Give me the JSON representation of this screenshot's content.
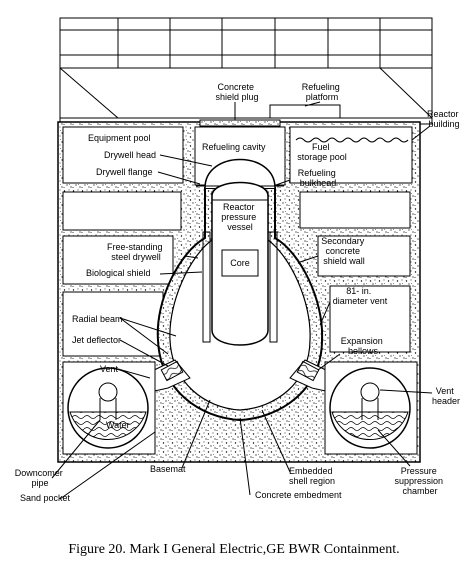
{
  "caption": "Figure 20.  Mark I General Electric,GE BWR Containment.",
  "labels": {
    "concrete_shield_plug": [
      "Concrete",
      "shield plug"
    ],
    "refueling_platform": [
      "Refueling",
      "platform"
    ],
    "reactor_building": [
      "Reactor",
      "building"
    ],
    "equipment_pool": "Equipment pool",
    "refueling_cavity": "Refueling cavity",
    "drywell_head": "Drywell head",
    "drywell_flange": "Drywell flange",
    "fuel_storage_pool": [
      "Fuel",
      "storage pool"
    ],
    "refueling_bulkhead": [
      "Refueling",
      "bulkhead"
    ],
    "reactor_pressure_vessel": [
      "Reactor",
      "pressure",
      "vessel"
    ],
    "core": "Core",
    "free_standing_drywell": [
      "Free-standing",
      "steel drywell"
    ],
    "biological_shield": "Biological shield",
    "secondary_shield_wall": [
      "Secondary",
      "concrete",
      "shield wall"
    ],
    "radial_beam": "Radial beam",
    "diameter_vent": [
      "81- in.",
      "diameter vent"
    ],
    "jet_deflector": "Jet deflector",
    "expansion_bellows": [
      "Expansion",
      "bellows"
    ],
    "vent": "Vent",
    "vent_header": [
      "Vent",
      "header"
    ],
    "water": "Water",
    "downcomer_pipe": [
      "Downcomer",
      "pipe"
    ],
    "basemat": "Basemat",
    "embedded_shell_region": [
      "Embedded",
      "shell region"
    ],
    "sand_pocket": "Sand pocket",
    "concrete_embedment": "Concrete embedment",
    "pressure_suppression_chamber": [
      "Pressure",
      "suppression",
      "chamber"
    ]
  }
}
